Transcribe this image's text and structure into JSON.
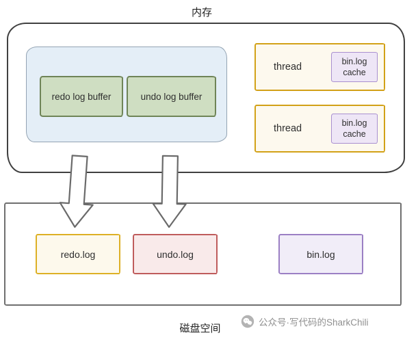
{
  "memory": {
    "title": "内存",
    "buffers": [
      {
        "label": "redo log buffer"
      },
      {
        "label": "undo log buffer"
      }
    ],
    "threads": [
      {
        "label": "thread",
        "cache": "bin.log cache"
      },
      {
        "label": "thread",
        "cache": "bin.log cache"
      }
    ]
  },
  "disk": {
    "caption": "磁盘空间",
    "files": [
      {
        "label": "redo.log"
      },
      {
        "label": "undo.log"
      },
      {
        "label": "bin.log"
      }
    ]
  },
  "watermark": {
    "text": "公众号·写代码的SharkChili"
  },
  "colors": {
    "memory_border": "#404040",
    "pool_fill": "#e4eef7",
    "pool_border": "#93a3b3",
    "buffer_fill": "#cfdec2",
    "buffer_border": "#6f8457",
    "thread_fill": "#fdf9ee",
    "thread_border": "#d2a117",
    "cache_fill": "#eee6f6",
    "cache_border": "#a98fd0",
    "redo_file_fill": "#fdf9ec",
    "redo_file_border": "#ddb025",
    "undo_file_fill": "#f9eaea",
    "undo_file_border": "#bf5b5b",
    "bin_file_fill": "#f1edf8",
    "bin_file_border": "#9b7fc4",
    "disk_border": "#6f6f6f",
    "arrow_stroke": "#6a6a6a"
  }
}
